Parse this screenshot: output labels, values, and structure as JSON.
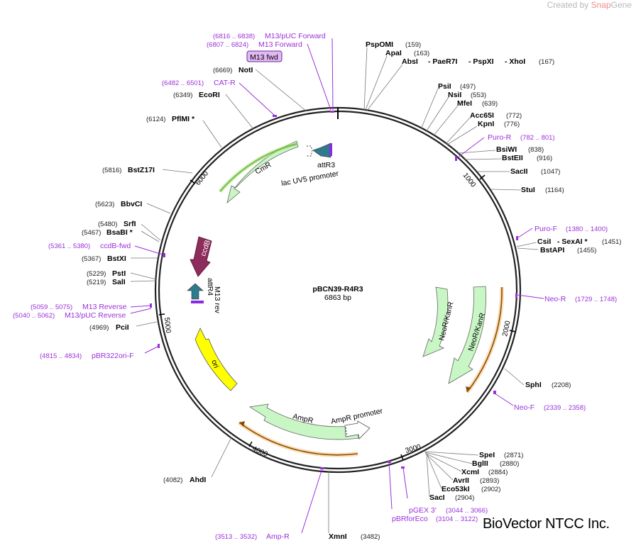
{
  "watermark": {
    "prefix": "Created by",
    "brand1": "Snap",
    "brand2": "Gene"
  },
  "brand": "BioVector NTCC Inc.",
  "map": {
    "name": "pBCN39-R4R3",
    "length": "6863 bp",
    "ticks": [
      "1000",
      "2000",
      "3000",
      "4000",
      "5000",
      "6000"
    ]
  },
  "features": {
    "attR3": "attR3",
    "lacUV5": "lac UV5 promoter",
    "CmR": "CmR",
    "ccdB": "ccdB",
    "attR4": "attR4",
    "m13rev": "M13 rev",
    "ori": "ori",
    "AmpR": "AmpR",
    "AmpRpromoter": "AmpR promoter",
    "NeoR1": "NeoR/KanR",
    "NeoR2": "NeoR/KanR",
    "m13fwd": "M13 fwd"
  },
  "enzymes": [
    {
      "name": "PspOMI",
      "pos": "(159)"
    },
    {
      "name": "ApaI",
      "pos": "(163)"
    },
    {
      "name": "AbsI",
      "pos": ""
    },
    {
      "name": "- PaeR7I",
      "pos": ""
    },
    {
      "name": "- PspXI",
      "pos": ""
    },
    {
      "name": "- XhoI",
      "pos": "(167)"
    },
    {
      "name": "PsiI",
      "pos": "(497)"
    },
    {
      "name": "NsiI",
      "pos": "(553)"
    },
    {
      "name": "MfeI",
      "pos": "(639)"
    },
    {
      "name": "Acc65I",
      "pos": "(772)"
    },
    {
      "name": "KpnI",
      "pos": "(776)"
    },
    {
      "name": "BsiWI",
      "pos": "(838)"
    },
    {
      "name": "BstEII",
      "pos": "(916)"
    },
    {
      "name": "SacII",
      "pos": "(1047)"
    },
    {
      "name": "StuI",
      "pos": "(1164)"
    },
    {
      "name": "CsiI",
      "pos": ""
    },
    {
      "name": "- SexAI *",
      "pos": "(1451)"
    },
    {
      "name": "BstAPI",
      "pos": "(1455)"
    },
    {
      "name": "SphI",
      "pos": "(2208)"
    },
    {
      "name": "SpeI",
      "pos": "(2871)"
    },
    {
      "name": "BglII",
      "pos": "(2880)"
    },
    {
      "name": "XcmI",
      "pos": "(2884)"
    },
    {
      "name": "AvrII",
      "pos": "(2893)"
    },
    {
      "name": "Eco53kI",
      "pos": "(2902)"
    },
    {
      "name": "SacI",
      "pos": "(2904)"
    },
    {
      "name": "XmnI",
      "pos": "(3482)"
    },
    {
      "name": "AhdI",
      "pos": "(4082)"
    },
    {
      "name": "PciI",
      "pos": "(4969)"
    },
    {
      "name": "SalI",
      "pos": "(5219)"
    },
    {
      "name": "PstI",
      "pos": "(5229)"
    },
    {
      "name": "BstXI",
      "pos": "(5367)"
    },
    {
      "name": "BsaBI *",
      "pos": "(5467)"
    },
    {
      "name": "SrfI",
      "pos": "(5480)"
    },
    {
      "name": "BbvCI",
      "pos": "(5623)"
    },
    {
      "name": "BstZ17I",
      "pos": "(5816)"
    },
    {
      "name": "PflMI *",
      "pos": "(6124)"
    },
    {
      "name": "EcoRI",
      "pos": "(6349)"
    },
    {
      "name": "NotI",
      "pos": "(6669)"
    }
  ],
  "primers": [
    {
      "name": "M13/pUC Forward",
      "range": "(6816 .. 6838)"
    },
    {
      "name": "M13 Forward",
      "range": "(6807 .. 6824)"
    },
    {
      "name": "CAT-R",
      "range": "(6482 .. 6501)"
    },
    {
      "name": "Puro-R",
      "range": "(782 .. 801)"
    },
    {
      "name": "Puro-F",
      "range": "(1380 .. 1400)"
    },
    {
      "name": "Neo-R",
      "range": "(1729 .. 1748)"
    },
    {
      "name": "Neo-F",
      "range": "(2339 .. 2358)"
    },
    {
      "name": "pGEX 3'",
      "range": "(3044 .. 3066)"
    },
    {
      "name": "pBRforEco",
      "range": "(3104 .. 3122)"
    },
    {
      "name": "Amp-R",
      "range": "(3513 .. 3532)"
    },
    {
      "name": "pBR322ori-F",
      "range": "(4815 .. 4834)"
    },
    {
      "name": "M13 Reverse",
      "range": "(5059 .. 5075)"
    },
    {
      "name": "M13/pUC Reverse",
      "range": "(5040 .. 5062)"
    },
    {
      "name": "ccdB-fwd",
      "range": "(5361 .. 5380)"
    }
  ]
}
